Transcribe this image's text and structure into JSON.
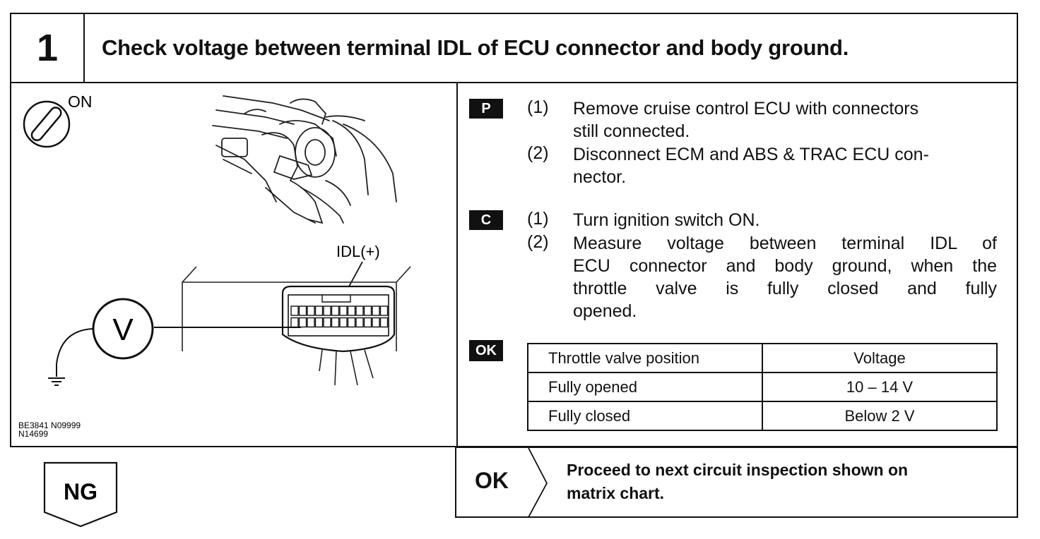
{
  "header": {
    "step_number": "1",
    "title": "Check voltage between terminal IDL of ECU connector and body ground."
  },
  "illustration": {
    "switch_label": "ON",
    "terminal_label": "IDL(+)",
    "meter_symbol": "V",
    "figure_codes": [
      "BE3841 N09999",
      "N14699"
    ]
  },
  "prepare": {
    "badge": "P",
    "steps": [
      {
        "num": "(1)",
        "text": [
          "Remove cruise control ECU with connectors",
          "still connected."
        ]
      },
      {
        "num": "(2)",
        "text": [
          "Disconnect ECM and ABS & TRAC ECU con-",
          "nector."
        ]
      }
    ]
  },
  "check": {
    "badge": "C",
    "steps": [
      {
        "num": "(1)",
        "text": [
          "Turn ignition switch ON."
        ]
      },
      {
        "num": "(2)",
        "text": [
          "Measure voltage between terminal IDL of",
          "ECU connector and body ground, when the",
          "throttle valve is fully closed and fully",
          "opened."
        ]
      }
    ]
  },
  "ok_spec": {
    "badge": "OK",
    "headers": [
      "Throttle valve position",
      "Voltage"
    ],
    "rows": [
      [
        "Fully opened",
        "10 – 14 V"
      ],
      [
        "Fully closed",
        "Below 2 V"
      ]
    ]
  },
  "results": {
    "ng_label": "NG",
    "ok_label": "OK",
    "ok_action": [
      "Proceed to next circuit inspection shown on",
      "matrix chart."
    ]
  }
}
